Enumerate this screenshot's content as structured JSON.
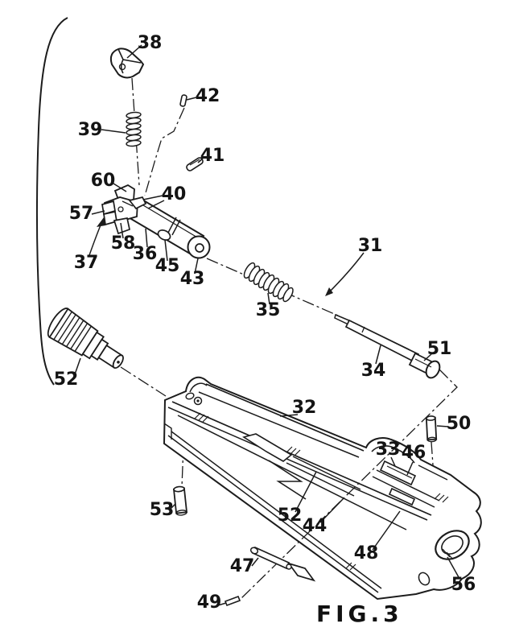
{
  "figure": {
    "title": "FIG.3"
  },
  "part_labels": [
    "38",
    "42",
    "39",
    "41",
    "60",
    "40",
    "57",
    "58",
    "37",
    "36",
    "45",
    "43",
    "35",
    "31",
    "34",
    "51",
    "52",
    "32",
    "50",
    "33",
    "46",
    "53",
    "52",
    "44",
    "48",
    "47",
    "49",
    "56"
  ],
  "colors": {
    "ink": "#1c1c1c",
    "paper": "#ffffff"
  }
}
